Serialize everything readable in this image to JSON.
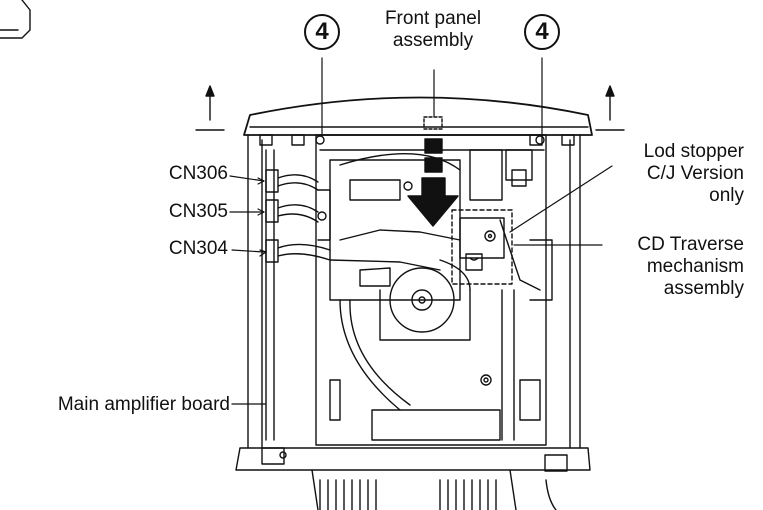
{
  "labels": {
    "front_panel": [
      "Front panel",
      "assembly"
    ],
    "cn306": "CN306",
    "cn305": "CN305",
    "cn304": "CN304",
    "lod_stopper": [
      "Lod stopper",
      "C/J Version",
      "only"
    ],
    "cd_traverse": [
      "CD Traverse",
      "mechanism",
      "assembly"
    ],
    "main_amp": "Main amplifier board"
  },
  "callouts": [
    "4",
    "4"
  ]
}
